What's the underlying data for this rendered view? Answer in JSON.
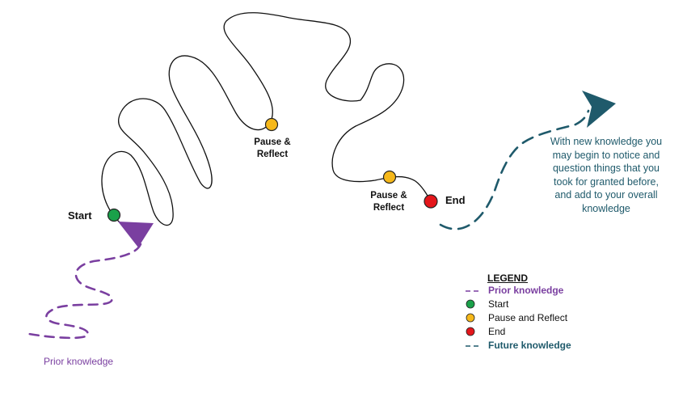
{
  "labels": {
    "start": "Start",
    "end": "End",
    "pause_1": [
      "Pause &",
      "Reflect"
    ],
    "pause_2": [
      "Pause &",
      "Reflect"
    ],
    "future_note": [
      "With new knowledge you",
      "may begin to notice and",
      "question things that you",
      "took for granted before,",
      "and add to your overall",
      "knowledge"
    ],
    "prior_caption": "Prior knowledge"
  },
  "legend": {
    "title": "LEGEND",
    "items": [
      {
        "symbol": "purple-dash",
        "label": "Prior knowledge"
      },
      {
        "symbol": "green-dot",
        "label": "Start"
      },
      {
        "symbol": "yellow-dot",
        "label": "Pause and Reflect"
      },
      {
        "symbol": "red-dot",
        "label": "End"
      },
      {
        "symbol": "teal-dash",
        "label": "Future knowledge"
      }
    ]
  },
  "colors": {
    "start": "#1aa14a",
    "pause": "#f6b81a",
    "end": "#e4161b",
    "prior": "#7a3fa0",
    "future": "#1f5a6b",
    "path": "#111111"
  }
}
